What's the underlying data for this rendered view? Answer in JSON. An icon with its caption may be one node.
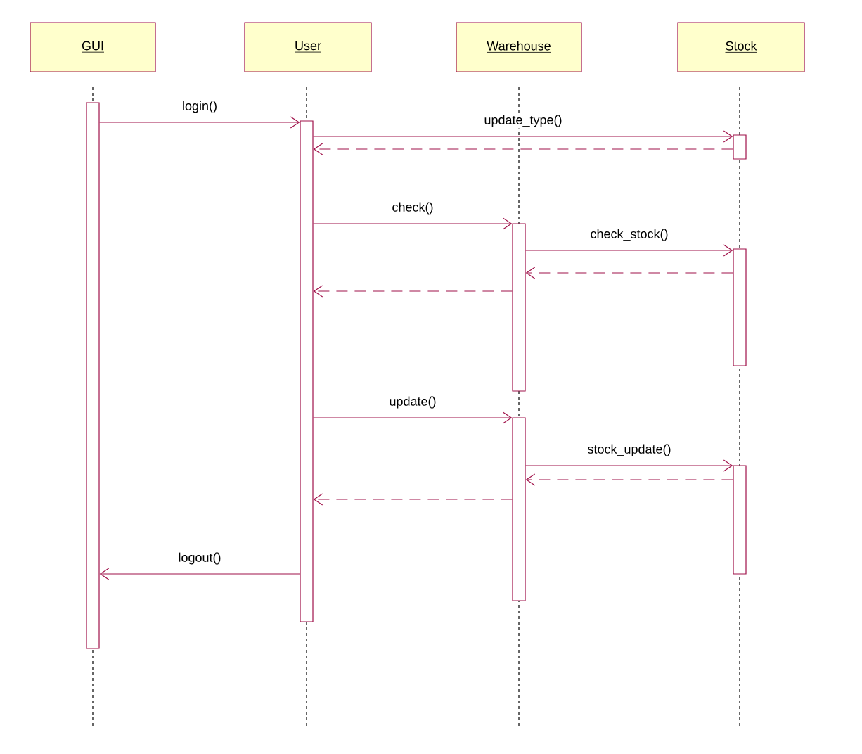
{
  "diagram": {
    "nodes": [
      {
        "text": [
          "GUI"
        ]
      },
      {
        "text": [
          "User"
        ]
      },
      {
        "text": [
          "Warehouse"
        ]
      },
      {
        "text": [
          "Stock"
        ]
      },
      {
        "text": [],
        "shape": "bar"
      },
      {
        "text": [],
        "shape": "bar"
      },
      {
        "text": [],
        "shape": "bar"
      },
      {
        "text": [],
        "shape": "bar"
      },
      {
        "text": [],
        "shape": "bar"
      },
      {
        "text": [],
        "shape": "bar"
      },
      {
        "text": [],
        "shape": "bar"
      }
    ],
    "edges": [
      {
        "from": 4,
        "to": 5,
        "arrow": "to",
        "label": "login()"
      },
      {
        "from": 5,
        "to": 6,
        "arrow": "to",
        "label": "update_type()"
      },
      {
        "from": 6,
        "to": 5,
        "arrow": "to",
        "style": "dashed"
      },
      {
        "from": 5,
        "to": 7,
        "arrow": "to",
        "label": "check()"
      },
      {
        "from": 7,
        "to": 8,
        "arrow": "to",
        "label": "check_stock()"
      },
      {
        "from": 8,
        "to": 7,
        "arrow": "to",
        "style": "dashed"
      },
      {
        "from": 7,
        "to": 5,
        "arrow": "to",
        "style": "dashed"
      },
      {
        "from": 5,
        "to": 9,
        "arrow": "to",
        "label": "update()"
      },
      {
        "from": 9,
        "to": 10,
        "arrow": "to",
        "label": "stock_update()"
      },
      {
        "from": 10,
        "to": 9,
        "arrow": "to",
        "style": "dashed"
      },
      {
        "from": 9,
        "to": 5,
        "arrow": "to",
        "style": "dashed"
      },
      {
        "from": 5,
        "to": 4,
        "arrow": "to",
        "label": "logout()"
      }
    ]
  }
}
